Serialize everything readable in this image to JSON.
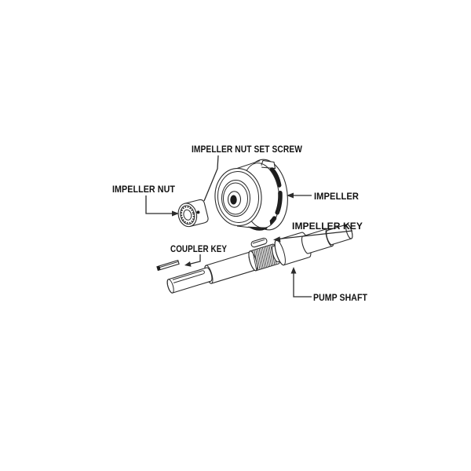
{
  "diagram": {
    "type": "exploded-parts-diagram",
    "colors": {
      "background": "#ffffff",
      "line": "#2b2b2b",
      "dark_fill": "#1c1c1c",
      "text": "#111111"
    },
    "labels": {
      "impeller_nut_set_screw": "IMPELLER NUT SET SCREW",
      "impeller_nut": "IMPELLER NUT",
      "impeller": "IMPELLER",
      "impeller_key": "IMPELLER KEY",
      "coupler_key": "COUPLER KEY",
      "pump_shaft": "PUMP SHAFT"
    }
  }
}
